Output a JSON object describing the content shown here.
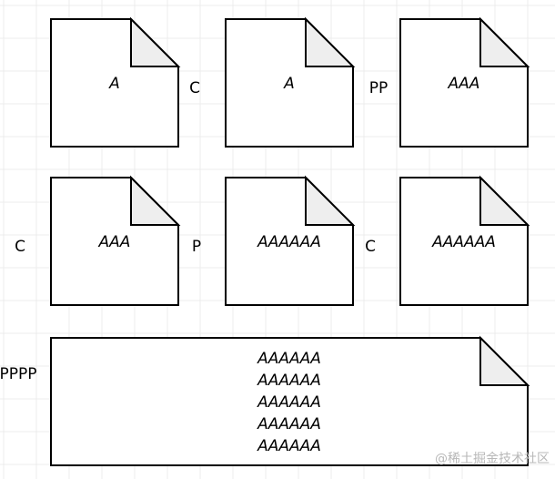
{
  "documents": [
    {
      "lines": [
        "A"
      ]
    },
    {
      "lines": [
        "A"
      ]
    },
    {
      "lines": [
        "AAA"
      ]
    },
    {
      "lines": [
        "AAA"
      ]
    },
    {
      "lines": [
        "AAAAAA"
      ]
    },
    {
      "lines": [
        "AAAAAA"
      ]
    },
    {
      "lines": [
        "AAAAAA",
        "AAAAAA",
        "AAAAAA",
        "AAAAAA",
        "AAAAAA"
      ]
    }
  ],
  "labels": [
    "C",
    "PP",
    "C",
    "P",
    "C",
    "PPPP"
  ],
  "watermark": "@稀土掘金技术社区",
  "colors": {
    "fold": "#eeeeee",
    "stroke": "#000000",
    "grid": "#ececec"
  }
}
